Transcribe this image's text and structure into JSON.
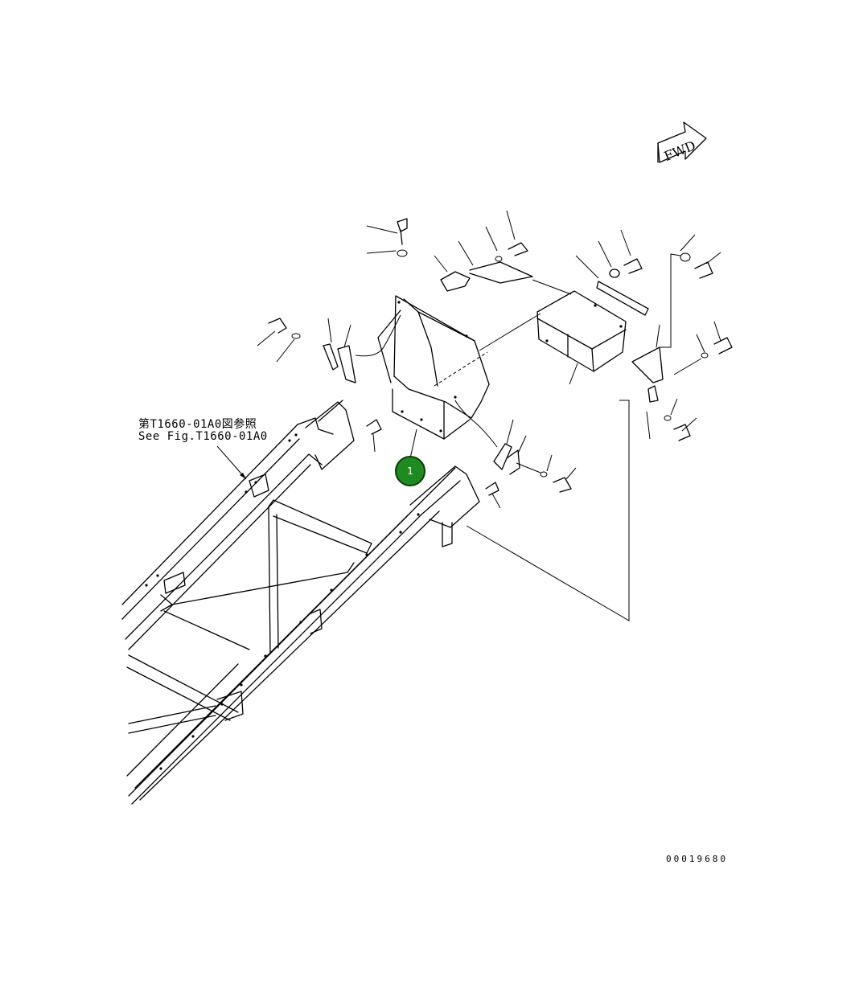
{
  "fwd_label": "FWD",
  "reference": {
    "jp": "第T1660-01A0図参照",
    "en": "See Fig.T1660-01A0"
  },
  "callouts": [
    {
      "number": "1",
      "color": "#1f8a1f"
    }
  ],
  "drawing_number": "00019680"
}
